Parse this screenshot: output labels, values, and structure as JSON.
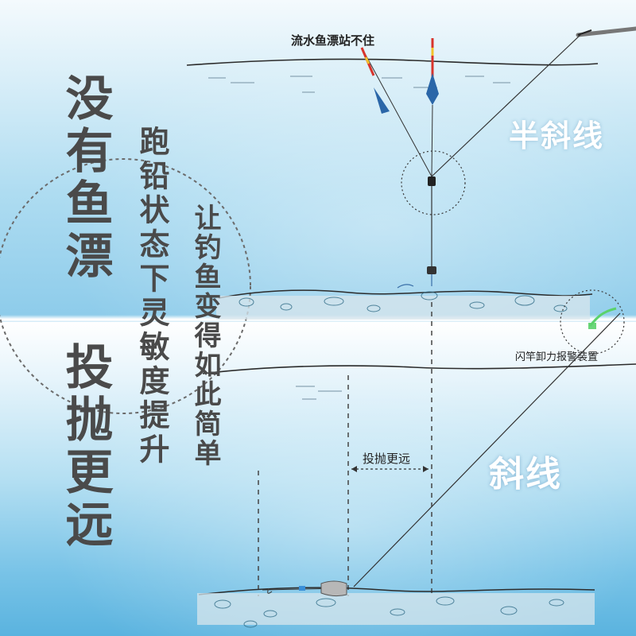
{
  "texts": {
    "headline_top": "没有鱼漂",
    "headline_bottom": "投抛更远",
    "column_lead": "跑铅状态下灵敏度提升",
    "column_fishing": "让钓鱼变得如此简单",
    "float_label": "流水鱼漂站不住",
    "semi_slant": "半斜线",
    "slant": "斜线",
    "alarm_label": "闪竿卸力报警装置",
    "cast_farther": "投抛更远"
  },
  "colors": {
    "headline": "#4a4a4a",
    "label": "#222222",
    "overlay_text": "#ffffff",
    "line": "#333333",
    "float_red": "#d8342c",
    "float_yellow": "#f3c22b",
    "float_blue": "#2a66a8",
    "rod_tip_green": "#5bd26b"
  },
  "icons": [
    "fishing-rod-icon",
    "float-icon",
    "sinker-icon",
    "hook-icon",
    "alarm-clip-icon"
  ]
}
